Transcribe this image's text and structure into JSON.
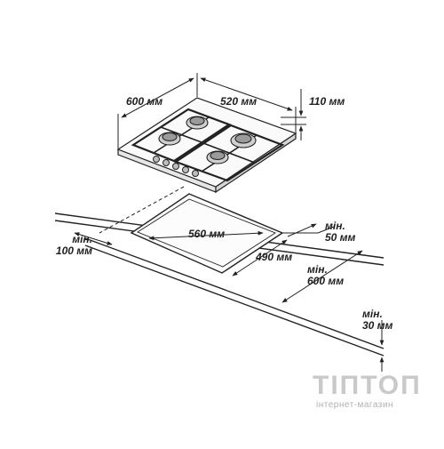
{
  "dimensions": {
    "hob_depth": "600 мм",
    "hob_width": "520 мм",
    "hob_height": "110 мм",
    "cutout_width": "560 мм",
    "cutout_depth": "490 мм",
    "min_back": [
      "мін.",
      "50 мм"
    ],
    "min_left": [
      "мін.",
      "100 мм"
    ],
    "min_front": [
      "мін.",
      "600 мм"
    ],
    "min_below": [
      "мін.",
      "30 мм"
    ]
  },
  "watermark": {
    "name": "ТІПТОП",
    "subtitle": "інтернет-магазин"
  }
}
